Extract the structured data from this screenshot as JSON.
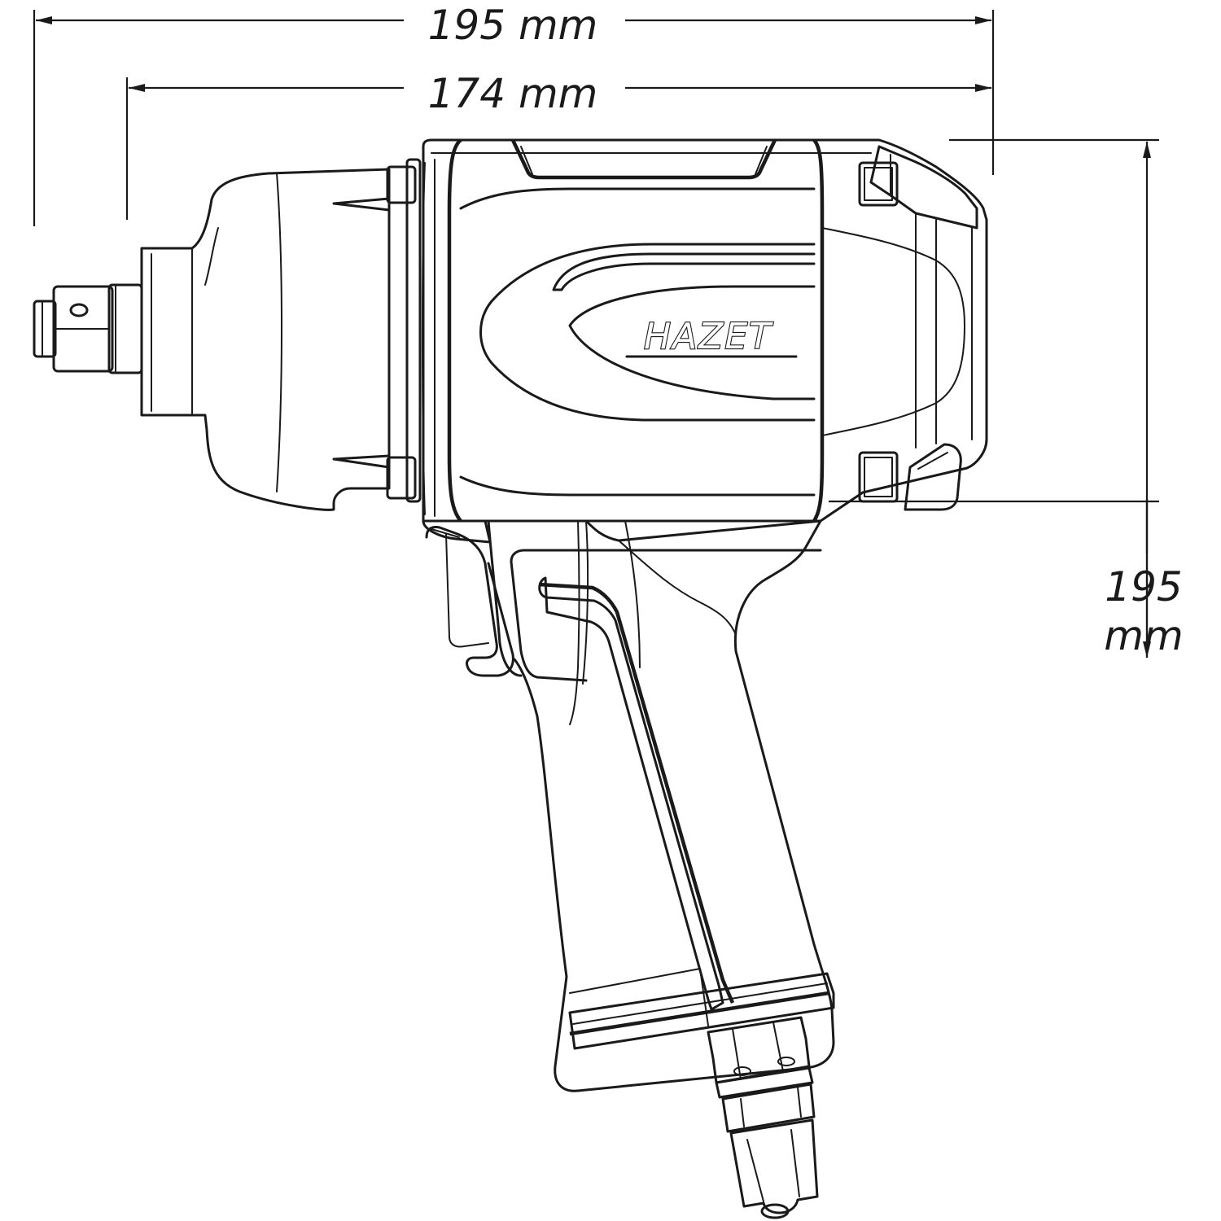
{
  "brand": {
    "label": "HAZET"
  },
  "dimensions": {
    "overall_length": "195 mm",
    "housing_length": "174 mm",
    "height_value": "195",
    "height_unit": "mm"
  },
  "colors": {
    "line": "#1a1a1a",
    "background": "#ffffff"
  }
}
